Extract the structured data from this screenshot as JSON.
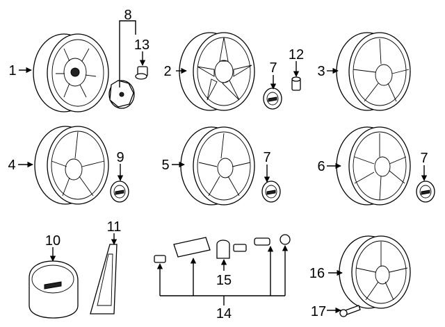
{
  "callouts": {
    "c1": "1",
    "c2": "2",
    "c3": "3",
    "c4": "4",
    "c5": "5",
    "c6": "6",
    "c7a": "7",
    "c7b": "7",
    "c7c": "7",
    "c8": "8",
    "c9": "9",
    "c10": "10",
    "c11": "11",
    "c12": "12",
    "c13": "13",
    "c14": "14",
    "c15": "15",
    "c16": "16",
    "c17": "17"
  }
}
